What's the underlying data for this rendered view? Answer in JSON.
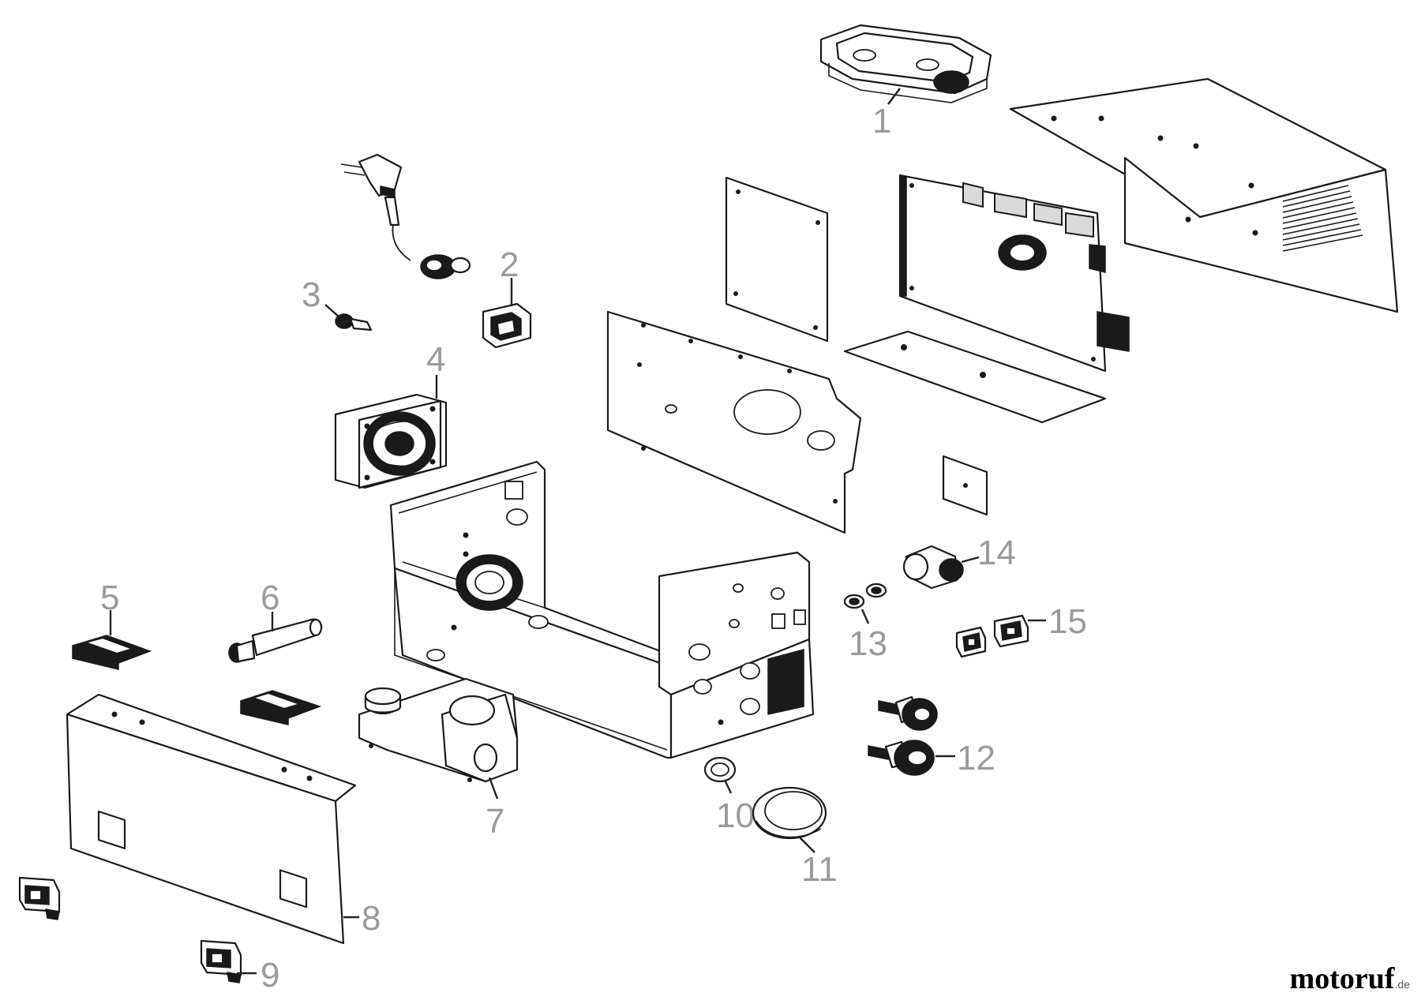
{
  "labels": {
    "p1": "1",
    "p2": "2",
    "p3": "3",
    "p4": "4",
    "p5": "5",
    "p6": "6",
    "p7": "7",
    "p8": "8",
    "p9": "9",
    "p10": "10",
    "p11": "11",
    "p12": "12",
    "p13": "13",
    "p14": "14",
    "p15": "15"
  },
  "watermark": {
    "brand": "motoruf",
    "tld": ".de"
  }
}
